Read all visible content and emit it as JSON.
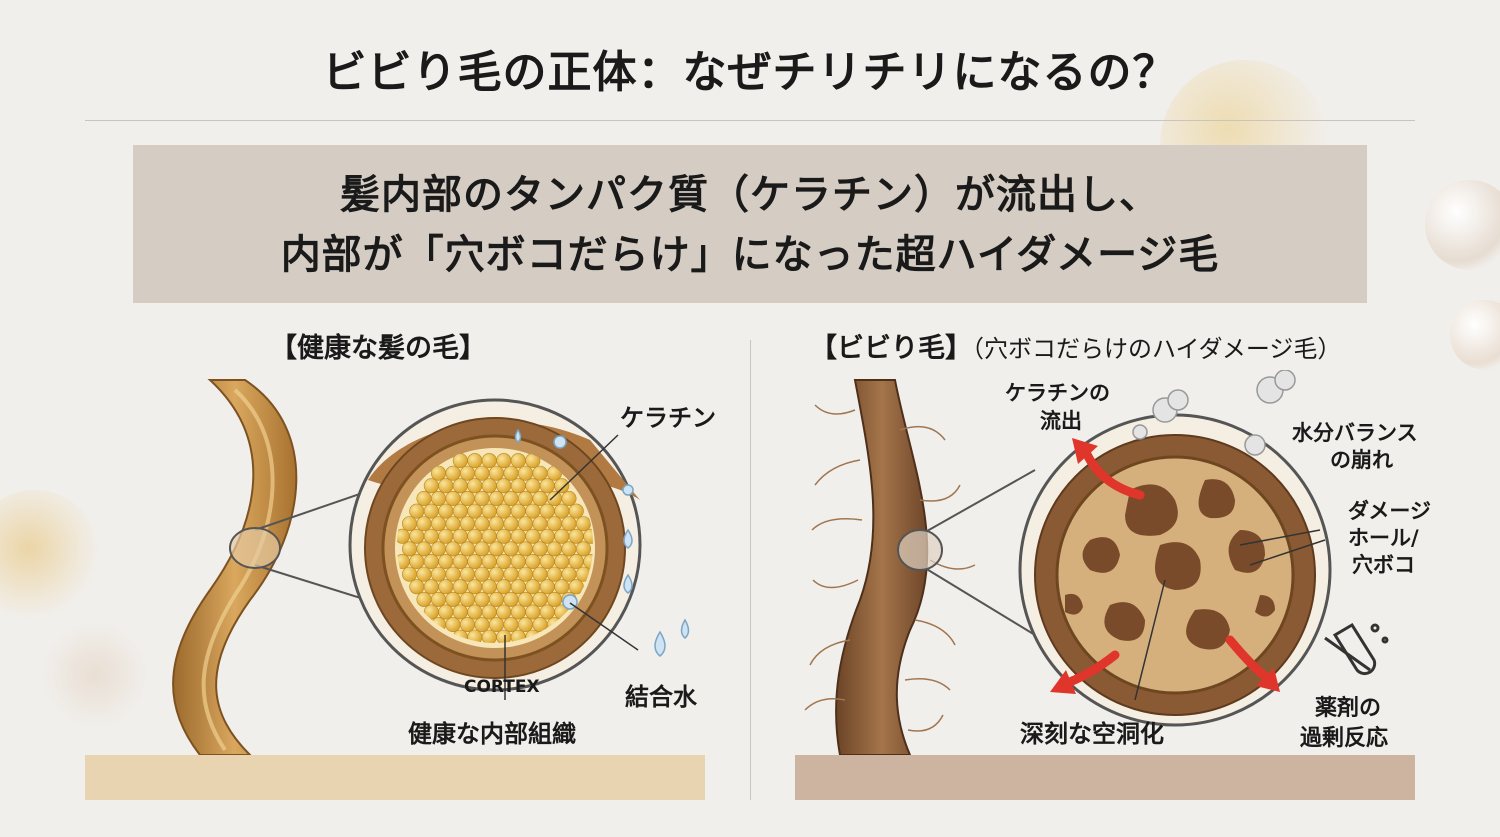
{
  "title": "ビビり毛の正体：なぜチリチリになるの？",
  "banner": {
    "line1": "髪内部のタンパク質（ケラチン）が流出し、",
    "line2": "内部が「穴ボコだらけ」になった超ハイダメージ毛"
  },
  "left_panel": {
    "heading": "【健康な髪の毛】",
    "labels": {
      "keratin": "ケラチン",
      "cortex": "CORTEX",
      "bound_water": "結合水",
      "healthy_tissue": "健康な内部組織"
    },
    "bar_color": "#e9d4b1"
  },
  "right_panel": {
    "heading": "【ビビり毛】",
    "heading_sub": "（穴ボコだらけのハイダメージ毛）",
    "labels": {
      "keratin_outflow_1": "ケラチンの",
      "keratin_outflow_2": "流出",
      "water_balance_1": "水分バランス",
      "water_balance_2": "の崩れ",
      "damage_hole_1": "ダメージ",
      "damage_hole_2": "ホール/",
      "damage_hole_3": "穴ボコ",
      "hollowing": "深刻な空洞化",
      "chemical_1": "薬剤の",
      "chemical_2": "過剰反応"
    },
    "bar_color": "#cdb4a1"
  },
  "colors": {
    "background": "#f1efec",
    "banner": "#d5cdc3",
    "hair_healthy": "#b8843f",
    "hair_damaged": "#8a5a34",
    "arrow": "#e0352b",
    "keratin_dot": "#e8b93c"
  }
}
